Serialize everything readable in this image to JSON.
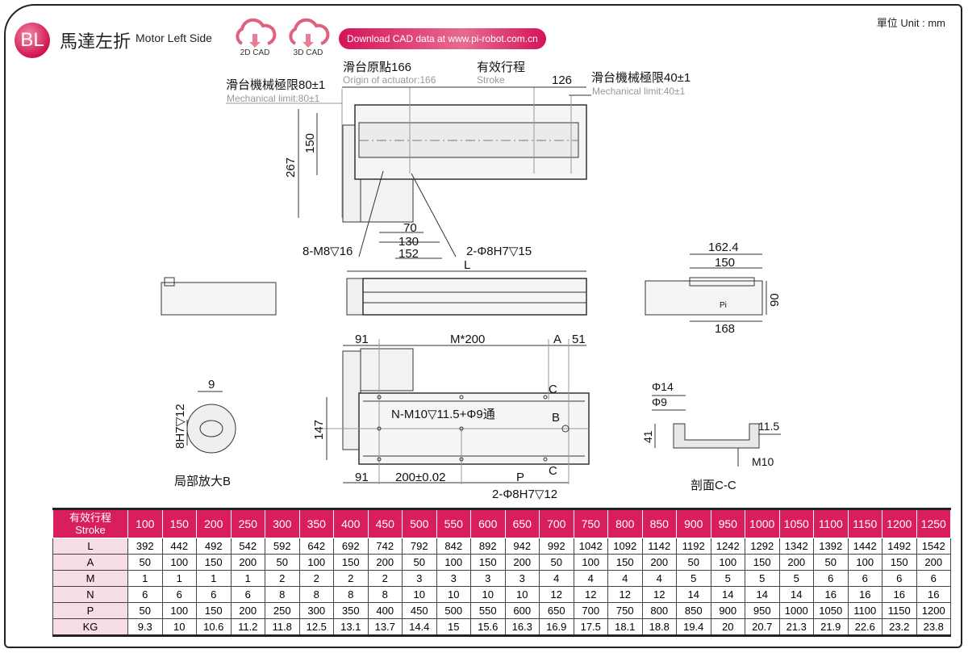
{
  "header": {
    "badge": "BL",
    "title_zh": "馬達左折",
    "title_en": "Motor Left Side",
    "cad2d": "2D CAD",
    "cad3d": "3D CAD",
    "download": "Download CAD data at www.pi-robot.com.cn",
    "unit": "單位 Unit : mm",
    "brand_color": "#d81e5b"
  },
  "top_view": {
    "origin_zh": "滑台原點166",
    "origin_en": "Origin of actuator:166",
    "stroke_zh": "有效行程",
    "stroke_en": "Stroke",
    "dim126": "126",
    "mech_left_zh": "滑台機械極限80±1",
    "mech_left_en": "Mechanical limit:80±1",
    "mech_right_zh": "滑台機械極限40±1",
    "mech_right_en": "Mechanical limit:40±1",
    "dim267": "267",
    "dim150": "150",
    "dim70": "70",
    "dim130": "130",
    "dim152": "152",
    "holes_m8": "8-M8▽16",
    "holes_pin": "2-Φ8H7▽15"
  },
  "side_view": {
    "dimL": "L"
  },
  "end_view": {
    "dim162": "162.4",
    "dim150": "150",
    "dim168": "168",
    "dim90": "90",
    "logo": "Pi"
  },
  "bottom_view": {
    "dim91a": "91",
    "dimM": "M*200",
    "dimA": "A",
    "dim51": "51",
    "dimC": "C",
    "dim147": "147",
    "holesN": "N-M10▽11.5+Φ9通",
    "labelB": "B",
    "dim91b": "91",
    "dim200": "200±0.02",
    "dimP": "P",
    "holes_pin": "2-Φ8H7▽12"
  },
  "detail_b": {
    "dim9": "9",
    "dim8h7": "8H7▽12",
    "caption": "局部放大B"
  },
  "section_cc": {
    "phi14": "Φ14",
    "phi9": "Φ9",
    "dim41": "41",
    "dim11": "11.5",
    "m10": "M10",
    "caption": "剖面C-C"
  },
  "table": {
    "header_zh": "有效行程",
    "header_en": "Stroke",
    "strokes": [
      "100",
      "150",
      "200",
      "250",
      "300",
      "350",
      "400",
      "450",
      "500",
      "550",
      "600",
      "650",
      "700",
      "750",
      "800",
      "850",
      "900",
      "950",
      "1000",
      "1050",
      "1100",
      "1150",
      "1200",
      "1250"
    ],
    "rows": [
      {
        "label": "L",
        "values": [
          "392",
          "442",
          "492",
          "542",
          "592",
          "642",
          "692",
          "742",
          "792",
          "842",
          "892",
          "942",
          "992",
          "1042",
          "1092",
          "1142",
          "1192",
          "1242",
          "1292",
          "1342",
          "1392",
          "1442",
          "1492",
          "1542"
        ]
      },
      {
        "label": "A",
        "values": [
          "50",
          "100",
          "150",
          "200",
          "50",
          "100",
          "150",
          "200",
          "50",
          "100",
          "150",
          "200",
          "50",
          "100",
          "150",
          "200",
          "50",
          "100",
          "150",
          "200",
          "50",
          "100",
          "150",
          "200"
        ]
      },
      {
        "label": "M",
        "values": [
          "1",
          "1",
          "1",
          "1",
          "2",
          "2",
          "2",
          "2",
          "3",
          "3",
          "3",
          "3",
          "4",
          "4",
          "4",
          "4",
          "5",
          "5",
          "5",
          "5",
          "6",
          "6",
          "6",
          "6"
        ]
      },
      {
        "label": "N",
        "values": [
          "6",
          "6",
          "6",
          "6",
          "8",
          "8",
          "8",
          "8",
          "10",
          "10",
          "10",
          "10",
          "12",
          "12",
          "12",
          "12",
          "14",
          "14",
          "14",
          "14",
          "16",
          "16",
          "16",
          "16"
        ]
      },
      {
        "label": "P",
        "values": [
          "50",
          "100",
          "150",
          "200",
          "250",
          "300",
          "350",
          "400",
          "450",
          "500",
          "550",
          "600",
          "650",
          "700",
          "750",
          "800",
          "850",
          "900",
          "950",
          "1000",
          "1050",
          "1100",
          "1150",
          "1200"
        ]
      },
      {
        "label": "KG",
        "values": [
          "9.3",
          "10",
          "10.6",
          "11.2",
          "11.8",
          "12.5",
          "13.1",
          "13.7",
          "14.4",
          "15",
          "15.6",
          "16.3",
          "16.9",
          "17.5",
          "18.1",
          "18.8",
          "19.4",
          "20",
          "20.7",
          "21.3",
          "21.9",
          "22.6",
          "23.2",
          "23.8"
        ]
      }
    ]
  }
}
